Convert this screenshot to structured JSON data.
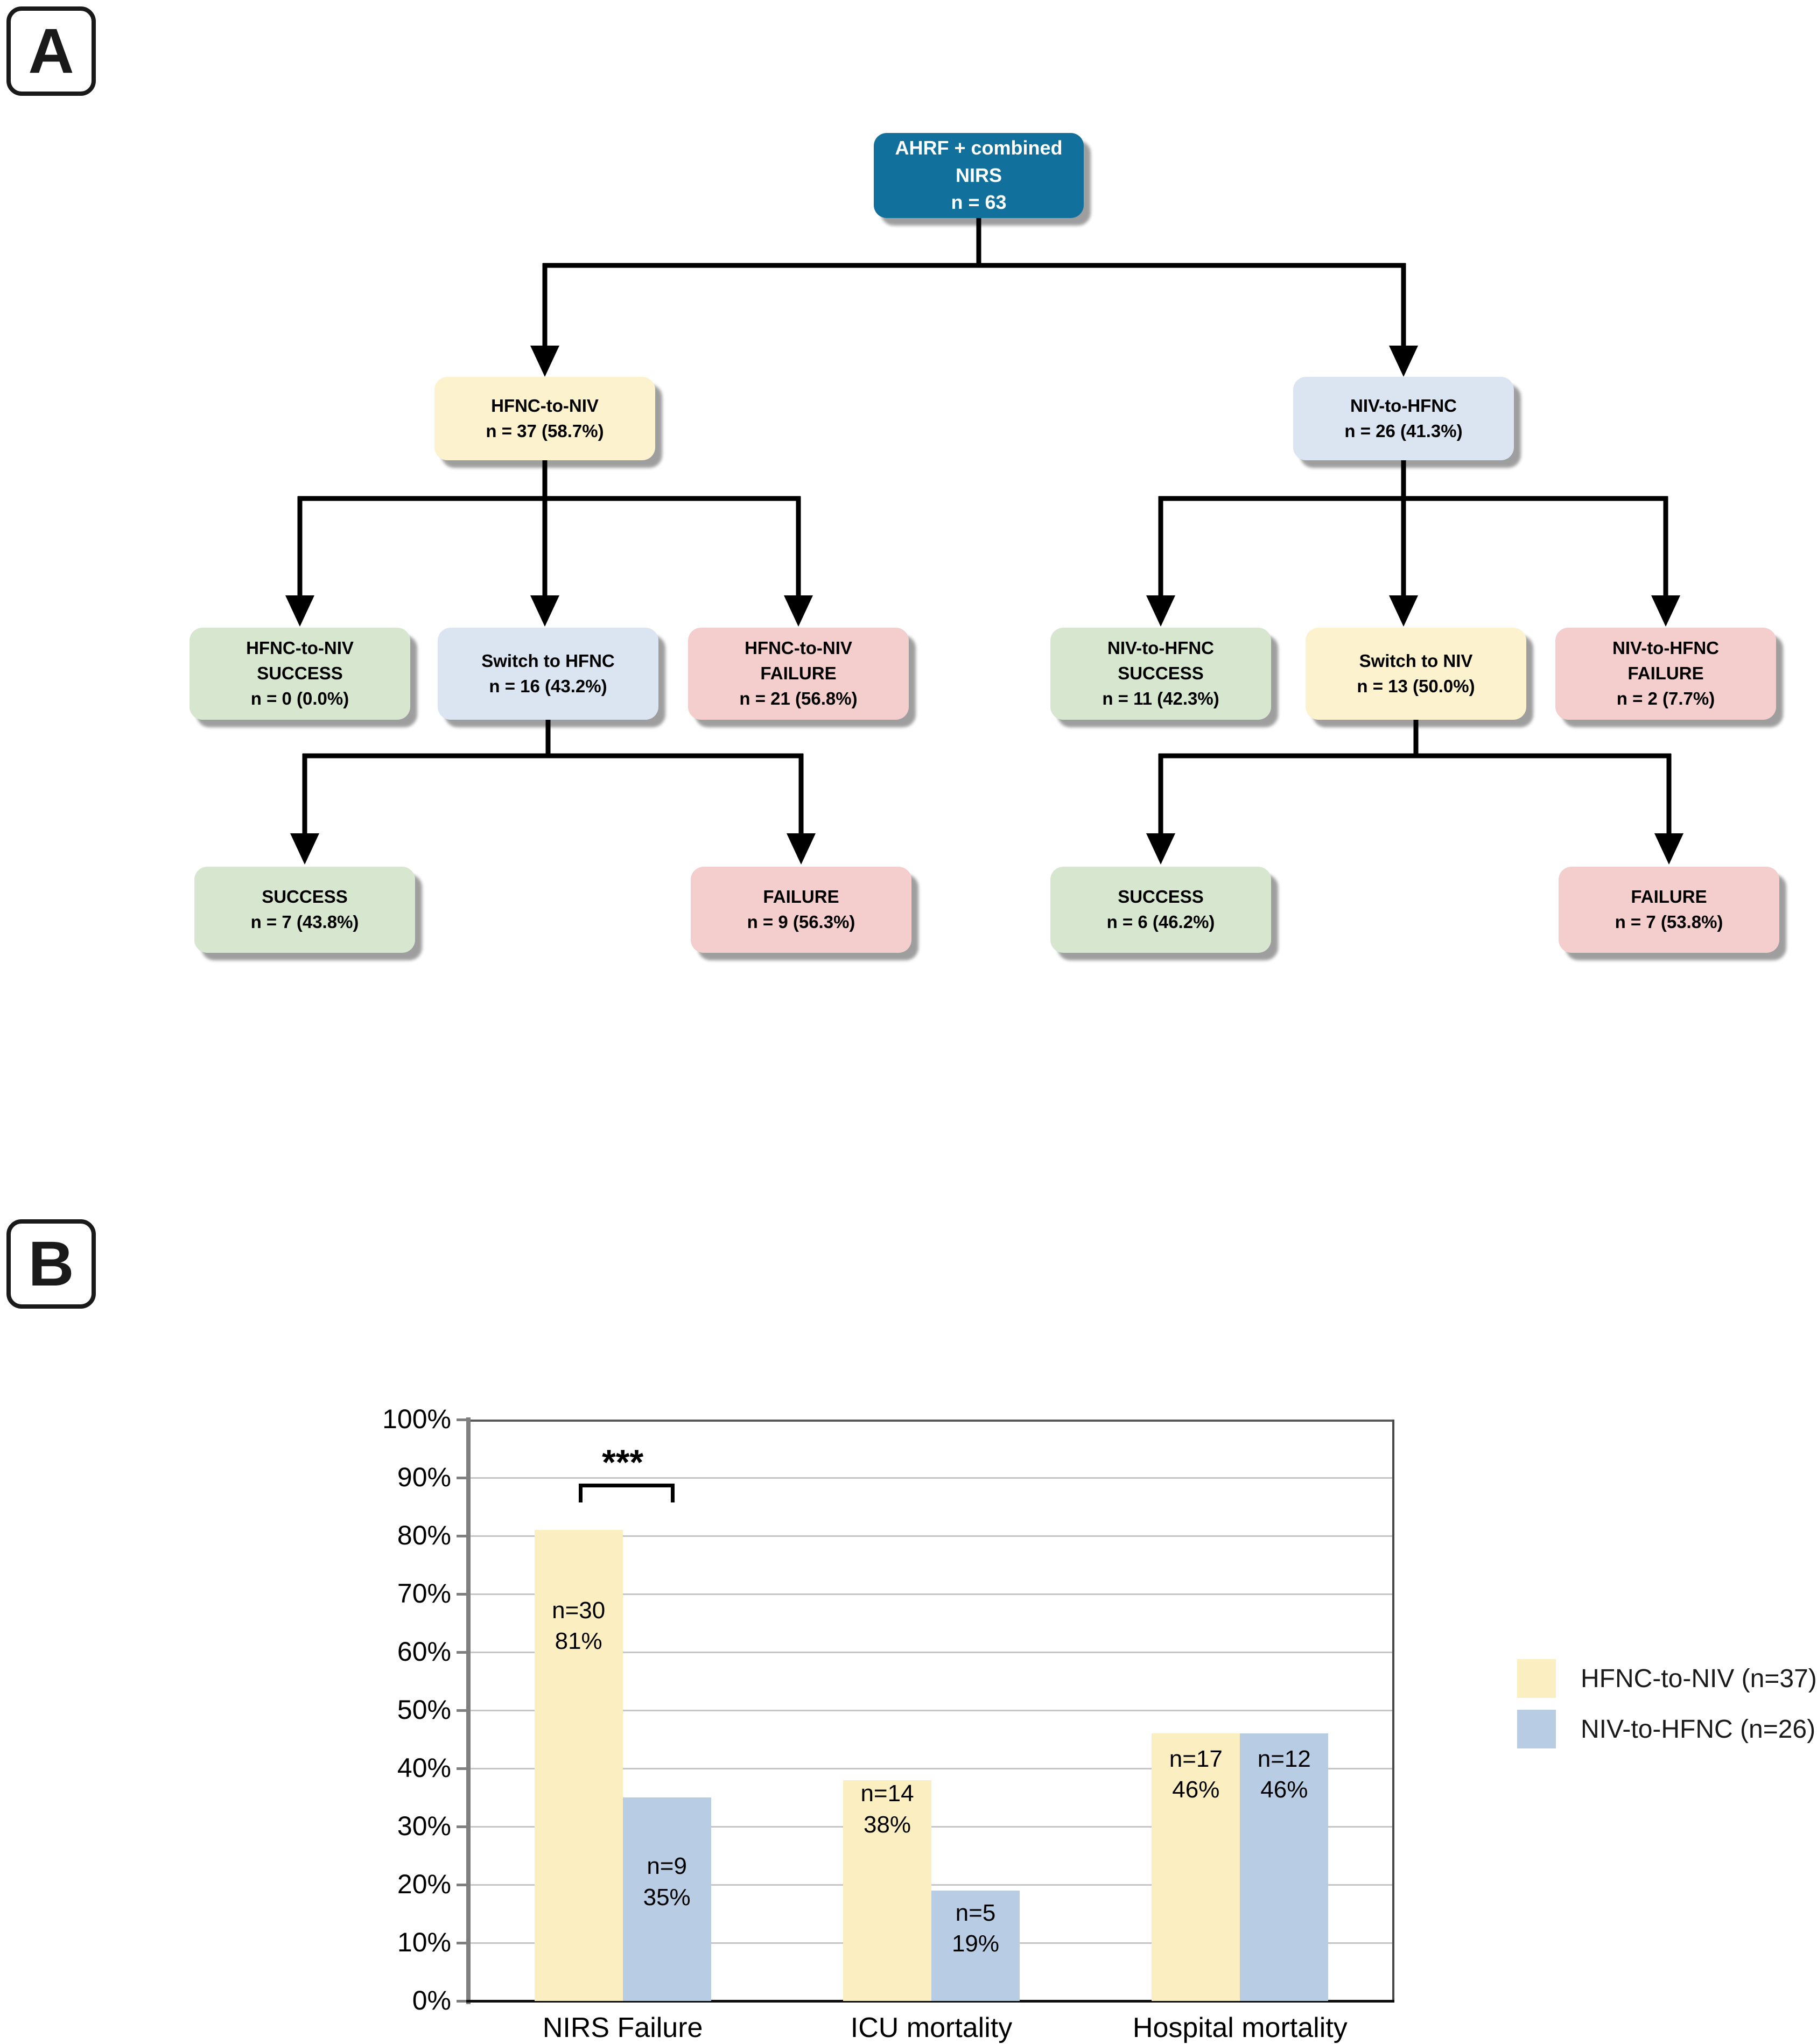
{
  "figure": {
    "panel_a_label": "A",
    "panel_b_label": "B"
  },
  "colors": {
    "teal": "#12719C",
    "flow_yellow": "#FCF2CD",
    "flow_blue": "#DBE5F1",
    "flow_green": "#D7E6CF",
    "flow_pink": "#F4CECC",
    "bar_yellow": "#FBEFC1",
    "bar_blue": "#B8CCE4",
    "line_black": "#000000"
  },
  "flowchart": {
    "root": {
      "lines": [
        "AHRF + combined",
        "NIRS",
        "n = 63"
      ]
    },
    "hfnc_group": {
      "lines": [
        "HFNC-to-NIV",
        "n = 37 (58.7%)"
      ]
    },
    "niv_group": {
      "lines": [
        "NIV-to-HFNC",
        "n = 26 (41.3%)"
      ]
    },
    "hfnc_success": {
      "lines": [
        "HFNC-to-NIV",
        "SUCCESS",
        "n = 0 (0.0%)"
      ]
    },
    "hfnc_switch": {
      "lines": [
        "Switch to HFNC",
        "n = 16 (43.2%)"
      ]
    },
    "hfnc_failure": {
      "lines": [
        "HFNC-to-NIV",
        "FAILURE",
        "n = 21 (56.8%)"
      ]
    },
    "hfnc_switch_success": {
      "lines": [
        "SUCCESS",
        "n = 7 (43.8%)"
      ]
    },
    "hfnc_switch_failure": {
      "lines": [
        "FAILURE",
        "n = 9 (56.3%)"
      ]
    },
    "niv_success": {
      "lines": [
        "NIV-to-HFNC",
        "SUCCESS",
        "n = 11 (42.3%)"
      ]
    },
    "niv_switch": {
      "lines": [
        "Switch to NIV",
        "n = 13 (50.0%)"
      ]
    },
    "niv_failure": {
      "lines": [
        "NIV-to-HFNC",
        "FAILURE",
        "n = 2 (7.7%)"
      ]
    },
    "niv_switch_success": {
      "lines": [
        "SUCCESS",
        "n = 6 (46.2%)"
      ]
    },
    "niv_switch_failure": {
      "lines": [
        "FAILURE",
        "n = 7 (53.8%)"
      ]
    }
  },
  "chart_data": {
    "type": "bar",
    "title": "",
    "categories": [
      "NIRS Failure",
      "ICU mortality",
      "Hospital mortality"
    ],
    "series": [
      {
        "name": "HFNC-to-NIV (n=37)",
        "values": [
          81,
          38,
          46
        ],
        "labels": [
          [
            "n=30",
            "81%"
          ],
          [
            "n=14",
            "38%"
          ],
          [
            "n=17",
            "46%"
          ]
        ],
        "color": "#FBEFC1",
        "label_center_pct": [
          64.5,
          33,
          39
        ]
      },
      {
        "name": "NIV-to-HFNC (n=26)",
        "values": [
          35,
          19,
          46
        ],
        "labels": [
          [
            "n=9",
            "35%"
          ],
          [
            "n=5",
            "19%"
          ],
          [
            "n=12",
            "46%"
          ]
        ],
        "color": "#B8CCE4",
        "label_center_pct": [
          20.5,
          12.5,
          39
        ]
      }
    ],
    "ylim": [
      0,
      100
    ],
    "ytick_labels": [
      "0%",
      "10%",
      "20%",
      "30%",
      "40%",
      "50%",
      "60%",
      "70%",
      "80%",
      "90%",
      "100%"
    ],
    "xlabel": "",
    "ylabel": "",
    "grid": "horizontal",
    "legend_position": "right",
    "significance": {
      "text": "***",
      "category_index": 0
    }
  }
}
